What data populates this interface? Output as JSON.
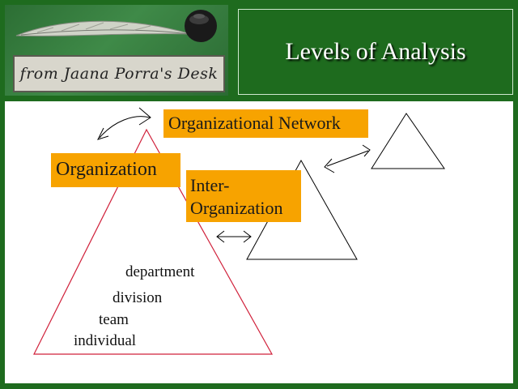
{
  "header": {
    "logo_text": "from Jaana Porra's Desk",
    "title": "Levels of Analysis"
  },
  "diagram": {
    "labels": {
      "organizational_network": "Organizational Network",
      "organization": "Organization",
      "inter_organization_line1": "Inter-",
      "inter_organization_line2": "Organization"
    },
    "levels": [
      "department",
      "division",
      "team",
      "individual"
    ]
  },
  "colors": {
    "background": "#1e6b1e",
    "label_fill": "#f7a300",
    "large_triangle_stroke": "#d0203a",
    "small_triangle_stroke": "#000000",
    "canvas": "#ffffff"
  },
  "icons": [
    "quill-pen-icon",
    "inkwell-icon",
    "curved-arrow-icon",
    "double-arrow-icon"
  ]
}
